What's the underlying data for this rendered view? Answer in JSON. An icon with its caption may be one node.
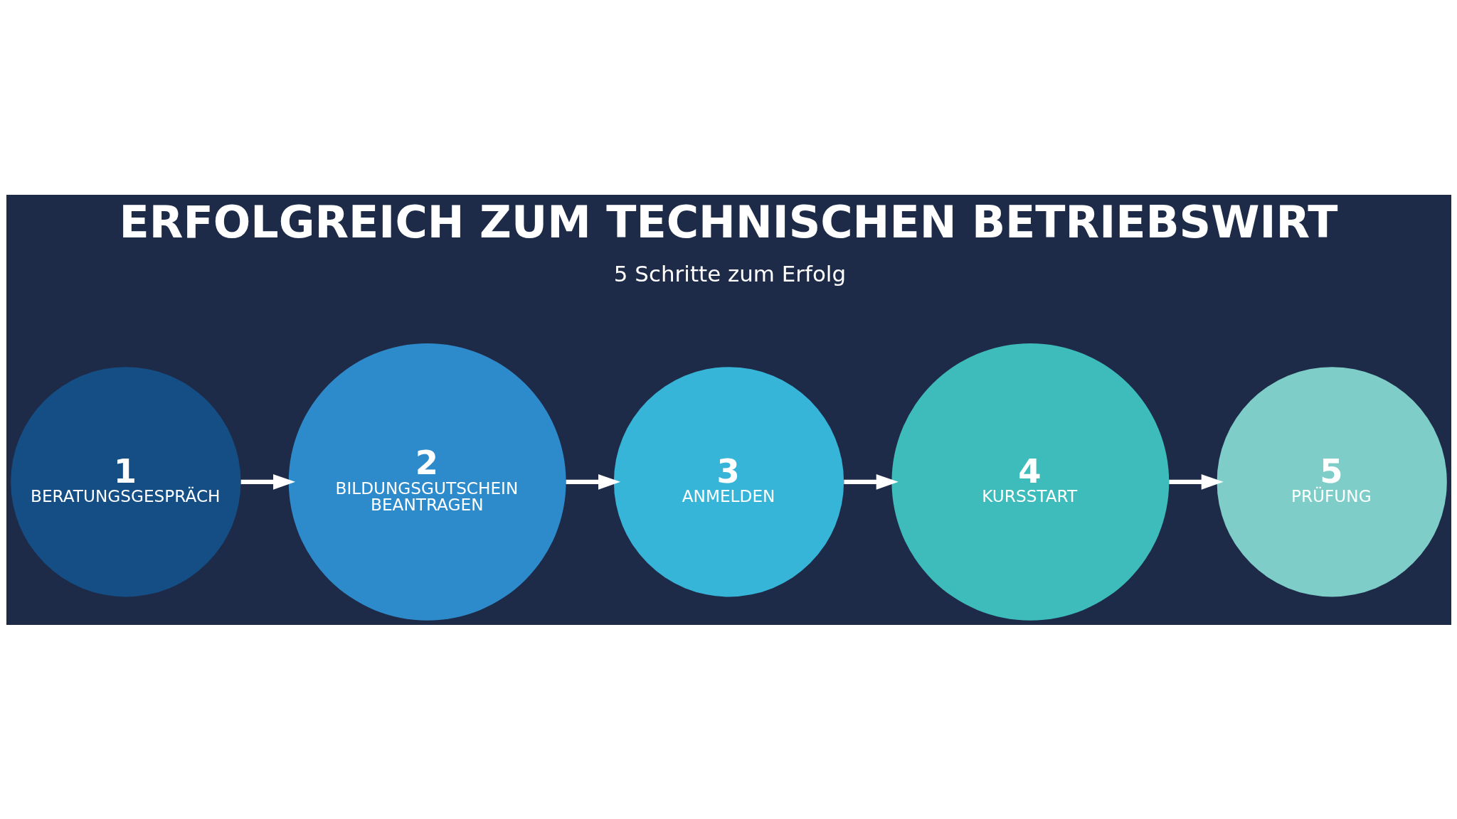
{
  "diagram": {
    "title": "ERFOLGREICH ZUM TECHNISCHEN BETRIEBSWIRT",
    "nodes": [
      {
        "text": [
          "1",
          "BERATUNGSGESPRÄCH"
        ]
      },
      {
        "text": [
          "2",
          "BILDUNGSGUTSCHEIN BEANTRAGEN"
        ]
      },
      {
        "text": [
          "3",
          "ANMELDEN"
        ]
      },
      {
        "text": [
          "4",
          "KURSSTART"
        ]
      },
      {
        "text": [
          "5",
          "PRÜFUNG"
        ]
      }
    ],
    "edges": [
      {
        "from": 0,
        "to": 1,
        "arrow": "to"
      },
      {
        "from": 1,
        "to": 2,
        "arrow": "to"
      },
      {
        "from": 2,
        "to": 3,
        "arrow": "to"
      },
      {
        "from": 3,
        "to": 4,
        "arrow": "to"
      }
    ],
    "labels": [
      "5 Schritte zum Erfolg"
    ]
  }
}
